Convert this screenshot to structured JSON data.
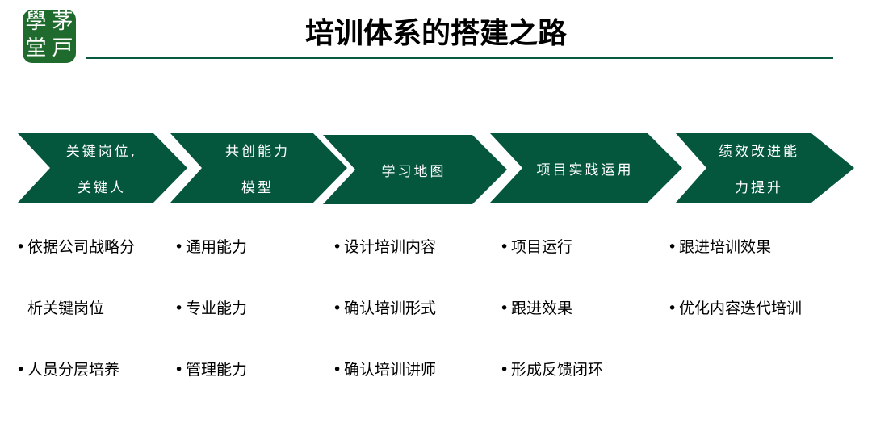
{
  "logo": {
    "text": [
      "學",
      "茅",
      "堂",
      "戸"
    ]
  },
  "title": "培训体系的搭建之路",
  "colors": {
    "green": "#04573d",
    "rule": "#0c5a3e"
  },
  "steps": [
    {
      "lines": [
        "关键岗位,",
        "关键人"
      ]
    },
    {
      "lines": [
        "共创能力",
        "模型"
      ]
    },
    {
      "lines": [
        "学习地图"
      ]
    },
    {
      "lines": [
        "项目实践运用"
      ]
    },
    {
      "lines": [
        "绩效改进能",
        "力提升"
      ]
    }
  ],
  "columns": [
    {
      "items": [
        "依据公司战略分",
        "析关键岗位",
        "人员分层培养"
      ]
    },
    {
      "items": [
        "通用能力",
        "专业能力",
        "管理能力"
      ]
    },
    {
      "items": [
        "设计培训内容",
        "确认培训形式",
        "确认培训讲师"
      ]
    },
    {
      "items": [
        "项目运行",
        "跟进效果",
        "形成反馈闭环"
      ]
    },
    {
      "items": [
        "跟进培训效果",
        "优化内容迭代培训"
      ]
    }
  ]
}
